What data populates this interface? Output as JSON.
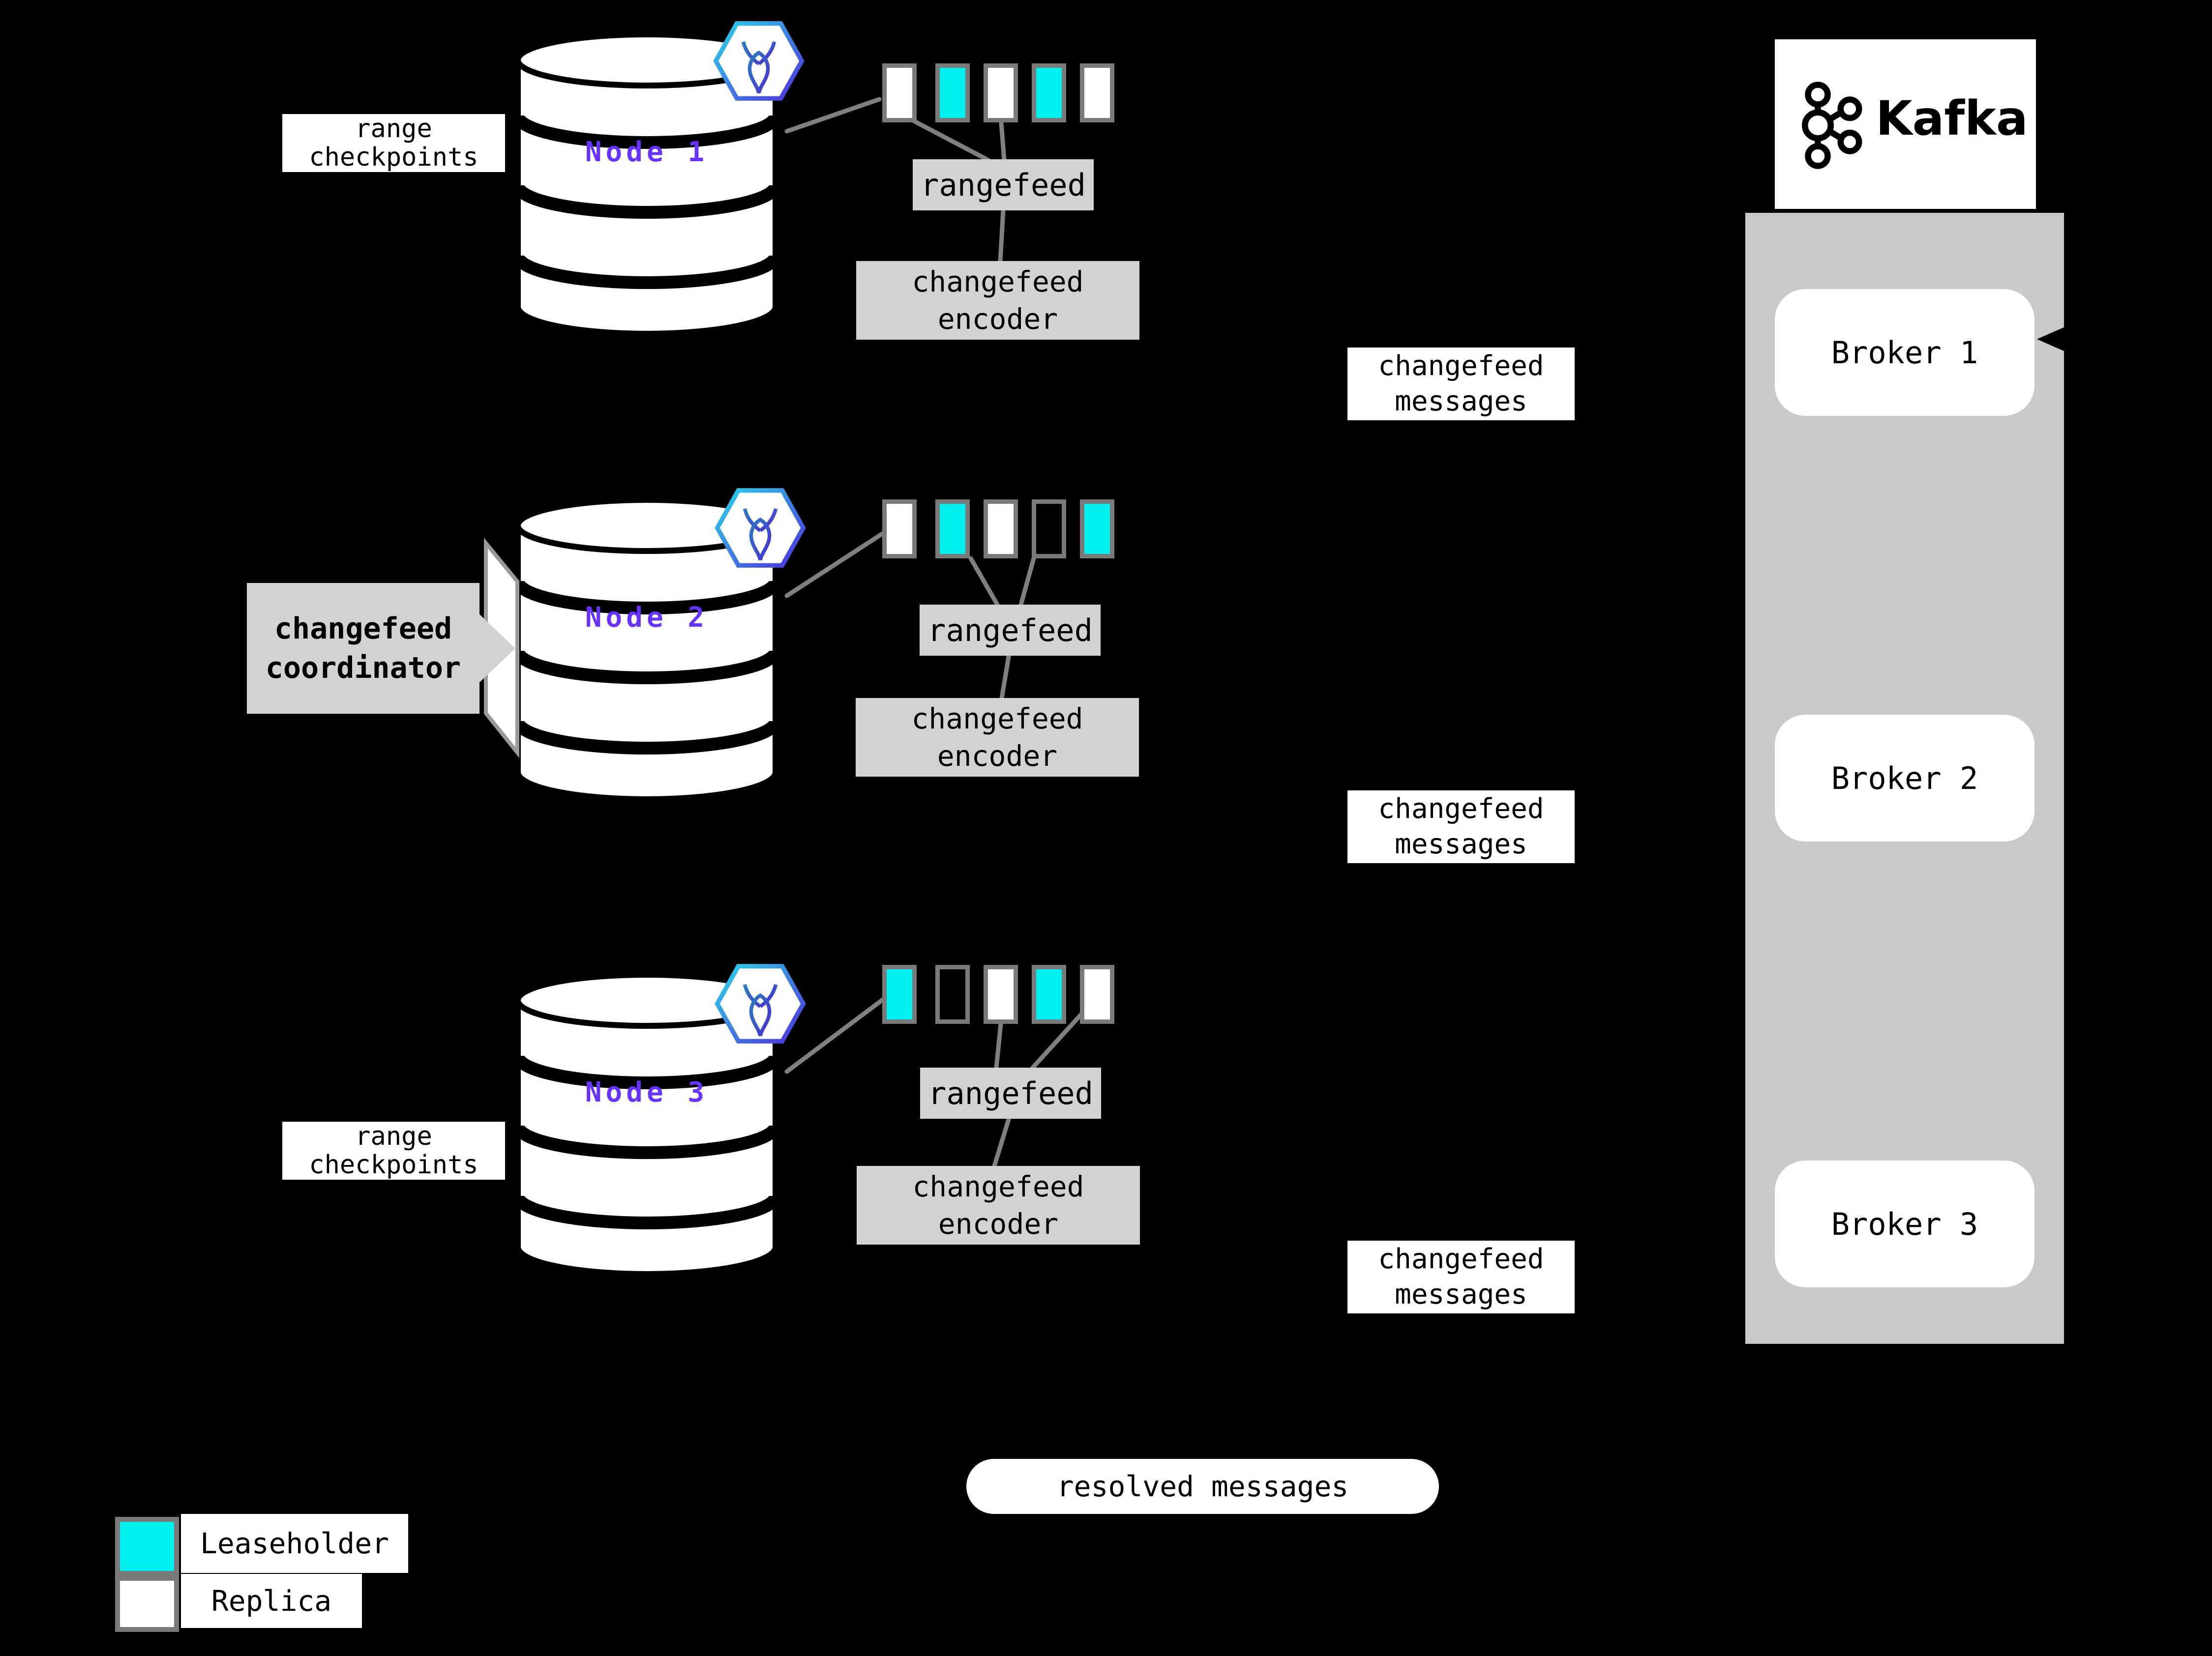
{
  "colors": {
    "background": "#000000",
    "leaseholder_cyan": "#00F0F0",
    "replica_white": "#FFFFFF",
    "range_none": "transparent",
    "node_purple": "#6933FF",
    "box_gray": "#D2D2D2",
    "panel_gray": "#C9C9C9",
    "border_gray": "#7A7A7A",
    "line_gray": "#808080"
  },
  "nodes": [
    {
      "label": "Node 1",
      "rangefeed_label": "rangefeed",
      "encoder_label": "changefeed\nencoder",
      "ranges": [
        "#FFFFFF",
        "#00F0F0",
        "#FFFFFF",
        "#00F0F0",
        "#FFFFFF"
      ]
    },
    {
      "label": "Node 2",
      "rangefeed_label": "rangefeed",
      "encoder_label": "changefeed\nencoder",
      "ranges": [
        "#FFFFFF",
        "#00F0F0",
        "#FFFFFF",
        "transparent",
        "#00F0F0"
      ]
    },
    {
      "label": "Node 3",
      "rangefeed_label": "rangefeed",
      "encoder_label": "changefeed\nencoder",
      "ranges": [
        "#00F0F0",
        "transparent",
        "#FFFFFF",
        "#00F0F0",
        "#FFFFFF"
      ]
    }
  ],
  "labels": {
    "range_checkpoints": "range\ncheckpoints",
    "coordinator": "changefeed\ncoordinator",
    "changefeed_messages": "changefeed\nmessages",
    "resolved_messages": "resolved messages"
  },
  "kafka": {
    "title": "Kafka",
    "brokers": [
      "Broker 1",
      "Broker 2",
      "Broker 3"
    ]
  },
  "legend": [
    {
      "label": "Leaseholder",
      "color": "#00F0F0"
    },
    {
      "label": "Replica",
      "color": "#FFFFFF"
    }
  ]
}
